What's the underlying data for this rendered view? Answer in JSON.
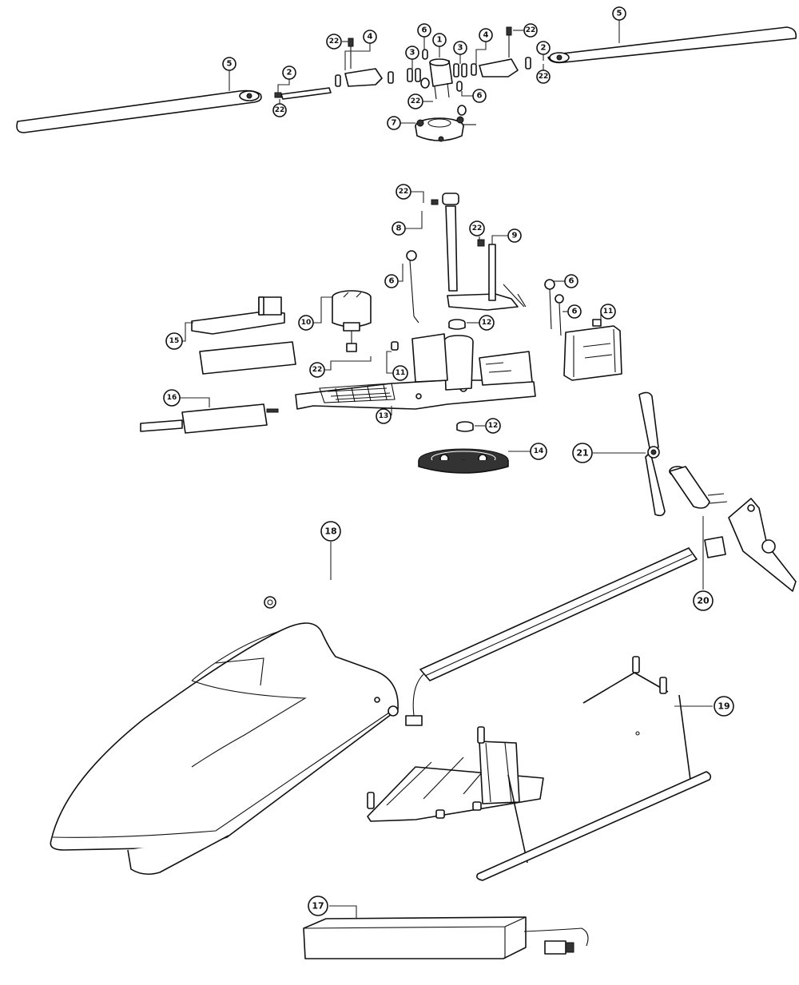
{
  "callouts": {
    "c1": "1",
    "c2a": "2",
    "c2b": "2",
    "c3a": "3",
    "c3b": "3",
    "c4a": "4",
    "c4b": "4",
    "c5a": "5",
    "c5b": "5",
    "c6a": "6",
    "c6b": "6",
    "c6c": "6",
    "c6d": "6",
    "c6e": "6",
    "c7": "7",
    "c8": "8",
    "c9": "9",
    "c10": "10",
    "c11a": "11",
    "c11b": "11",
    "c12a": "12",
    "c12b": "12",
    "c13": "13",
    "c14": "14",
    "c15": "15",
    "c16": "16",
    "c17": "17",
    "c18": "18",
    "c19": "19",
    "c20": "20",
    "c21": "21",
    "c22a": "22",
    "c22b": "22",
    "c22c": "22",
    "c22d": "22",
    "c22e": "22",
    "c22f": "22"
  },
  "colors": {
    "line": "#111111",
    "background": "#ffffff",
    "dark_fill": "#333333"
  }
}
